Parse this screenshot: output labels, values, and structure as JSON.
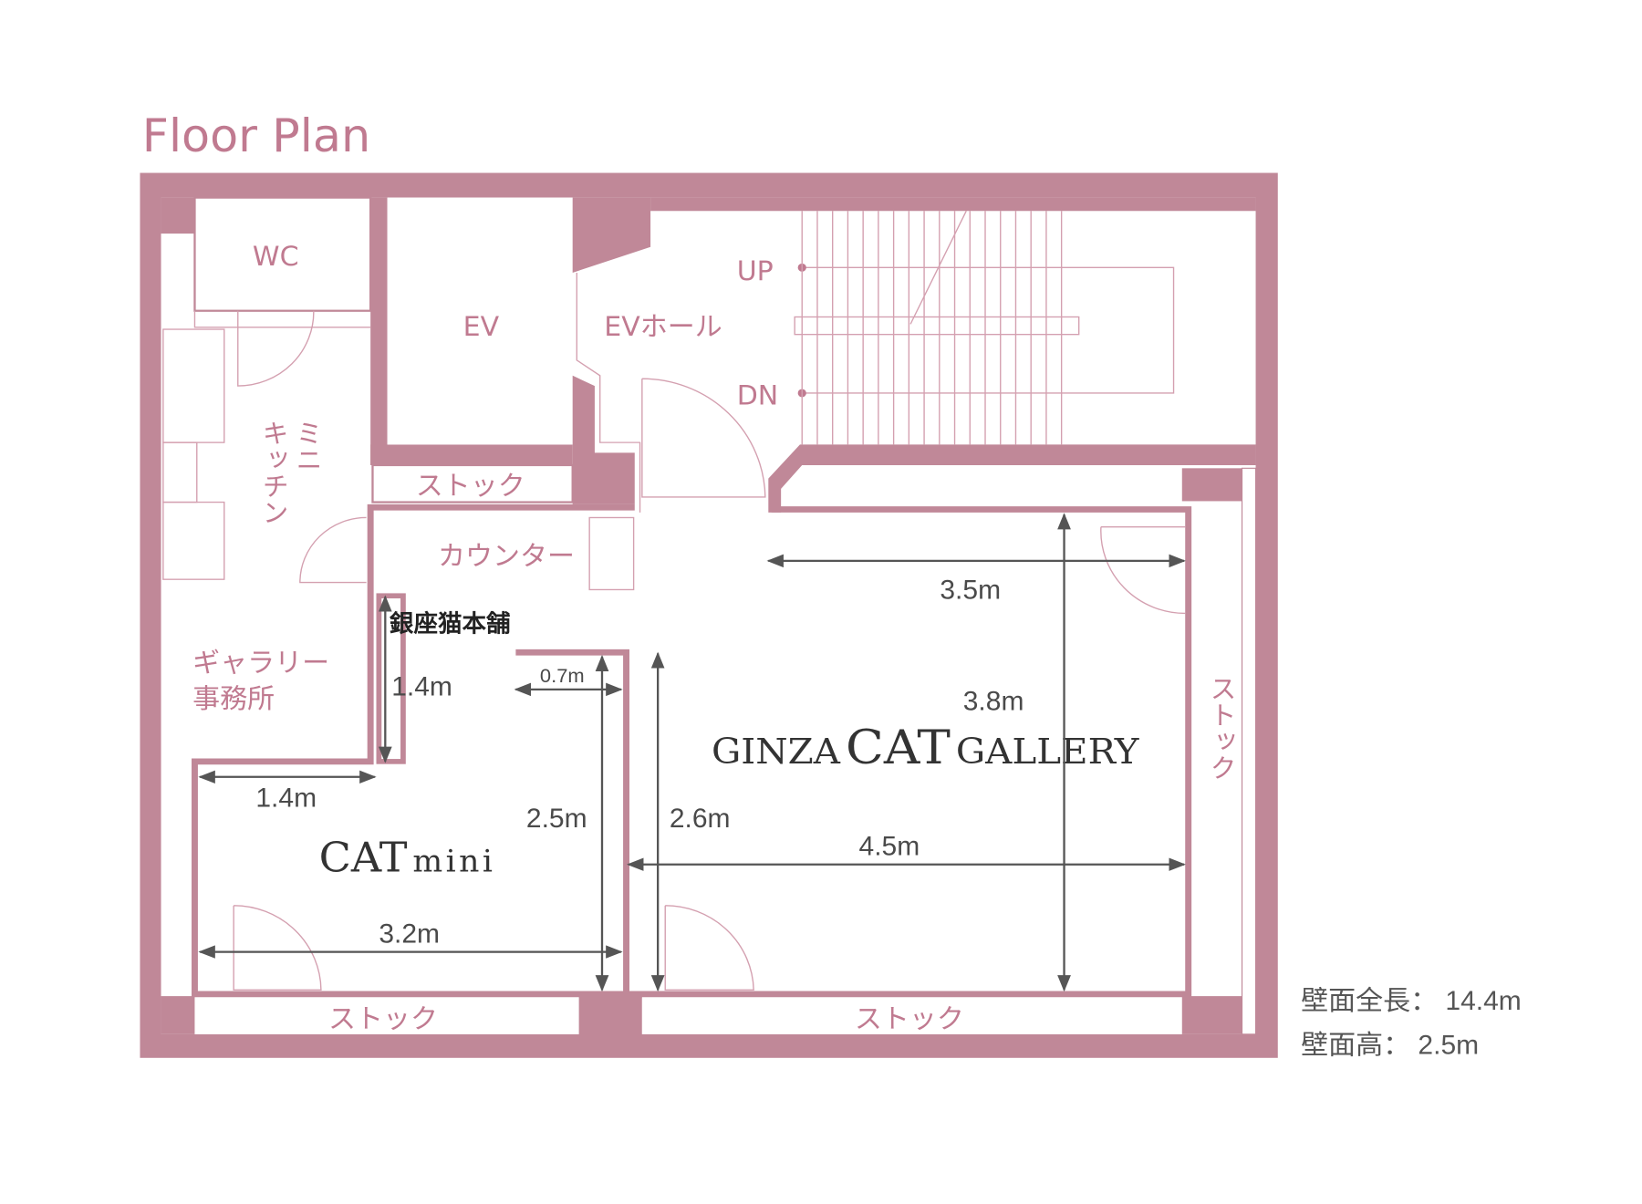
{
  "title": "Floor Plan",
  "rooms": {
    "wc": "WC",
    "ev": "EV",
    "ev_hall": "EVホール",
    "up": "UP",
    "dn": "DN",
    "mini_kitchen_1": "ミニ",
    "mini_kitchen_2": "キッチン",
    "stock_top": "ストック",
    "counter": "カウンター",
    "shop": "銀座猫本舗",
    "gallery_office_1": "ギャラリー",
    "gallery_office_2": "事務所",
    "stock_right": "ストック",
    "stock_bottom_left": "ストック",
    "stock_bottom_right": "ストック",
    "gallery_name_a": "Ginza",
    "gallery_name_b": "CAT",
    "gallery_name_c": "Gallery",
    "mini_name_a": "CAT",
    "mini_name_b": "mini"
  },
  "dimensions": {
    "d1": "3.5m",
    "d2": "3.8m",
    "d3": "1.4m",
    "d4": "0.7m",
    "d5": "1.4m",
    "d6": "2.5m",
    "d7": "2.6m",
    "d8": "4.5m",
    "d9": "3.2m"
  },
  "notes": {
    "wall_length": "壁面全長： 14.4m",
    "wall_height": "壁面高： 2.5m"
  },
  "colors": {
    "wall": "#c08898",
    "text": "#c07a90",
    "dimension": "#555555"
  }
}
